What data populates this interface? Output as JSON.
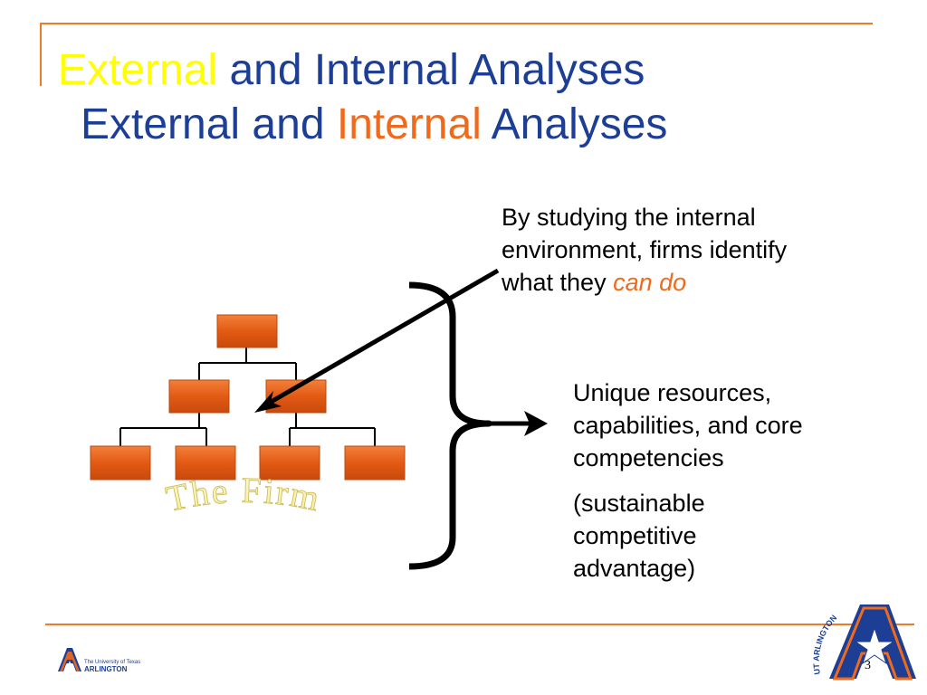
{
  "title": {
    "line1": {
      "highlight": "External",
      "rest": "and Internal Analyses"
    },
    "line2": {
      "start": "External and",
      "highlight": "Internal",
      "end": "Analyses"
    }
  },
  "note": {
    "line1": "By studying the internal",
    "line2": "environment, firms identify",
    "line3_prefix": "what they",
    "line3_emphasis": "can do"
  },
  "outcome": {
    "line1": "Unique resources,",
    "line2": "capabilities, and core",
    "line3": "competencies",
    "paren1": "(sustainable",
    "paren2": "competitive",
    "paren3": "advantage)"
  },
  "firm_label": "The Firm",
  "footer": {
    "small_logo_line1": "The University of Texas",
    "small_logo_line2": "ARLINGTON",
    "big_logo_text": "UT ARLINGTON",
    "page_number": "3"
  },
  "colors": {
    "accent": "#f06a1c",
    "title_blue": "#1c3e94",
    "highlight_yellow": "#ffff00",
    "box_fill": "#e8611a"
  }
}
